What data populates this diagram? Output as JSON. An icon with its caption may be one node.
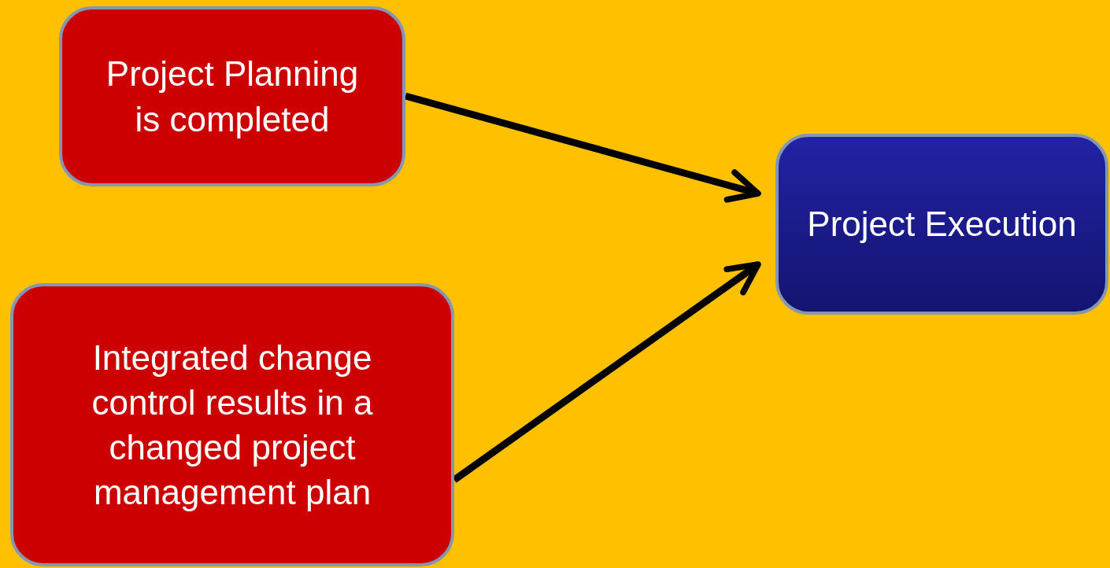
{
  "diagram": {
    "nodes": [
      {
        "text": [
          "Project Planning is completed"
        ]
      },
      {
        "text": [
          "Integrated change control results in a changed project management plan"
        ]
      },
      {
        "text": [
          "Project Execution"
        ]
      }
    ],
    "edges": [
      {
        "from": 0,
        "to": 2,
        "arrow": "to"
      },
      {
        "from": 1,
        "to": 2,
        "arrow": "to"
      }
    ]
  }
}
